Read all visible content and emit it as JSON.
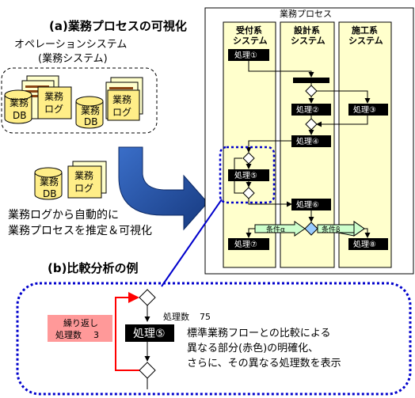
{
  "section_a": {
    "title": "(a)業務プロセスの可視化",
    "system_line1": "オペレーションシステム",
    "system_line2": "(業務システム)",
    "db_line1": "業務",
    "db_line2": "DB",
    "log_line1": "業務",
    "log_line2": "ログ",
    "desc_line1": "業務ログから自動的に",
    "desc_line2": "業務プロセスを推定＆可視化"
  },
  "process_panel": {
    "title": "業務プロセス",
    "lanes": [
      {
        "line1": "受付系",
        "line2": "システム"
      },
      {
        "line1": "設計系",
        "line2": "システム"
      },
      {
        "line1": "施工系",
        "line2": "システム"
      }
    ],
    "steps": {
      "p1": "処理①",
      "p2": "処理②",
      "p3": "処理③",
      "p4": "処理④",
      "p5": "処理⑤",
      "p6": "処理⑥",
      "p7": "処理⑦",
      "p8": "処理⑧"
    },
    "condition_a": "条件α",
    "condition_b": "条件β"
  },
  "section_b": {
    "title": "(b)比較分析の例",
    "count_label": "処理数",
    "count_value": "75",
    "step_label": "処理⑤",
    "repeat_line1": "繰り返し",
    "repeat_line2": "処理数",
    "repeat_value": "3",
    "desc_line1": "標準業務フローとの比較による",
    "desc_line2": "異なる部分(赤色)の明確化、",
    "desc_line3": "さらに、その異なる処理数を表示"
  },
  "colors": {
    "lane_fill": "#ffffcc",
    "highlight_border": "#0000cc",
    "repeat_red": "#ff0000",
    "repeat_badge": "#ff9999",
    "condition_fill": "#ccffcc",
    "decision_fill": "#99ccff",
    "big_arrow": "#1f4e9c"
  }
}
